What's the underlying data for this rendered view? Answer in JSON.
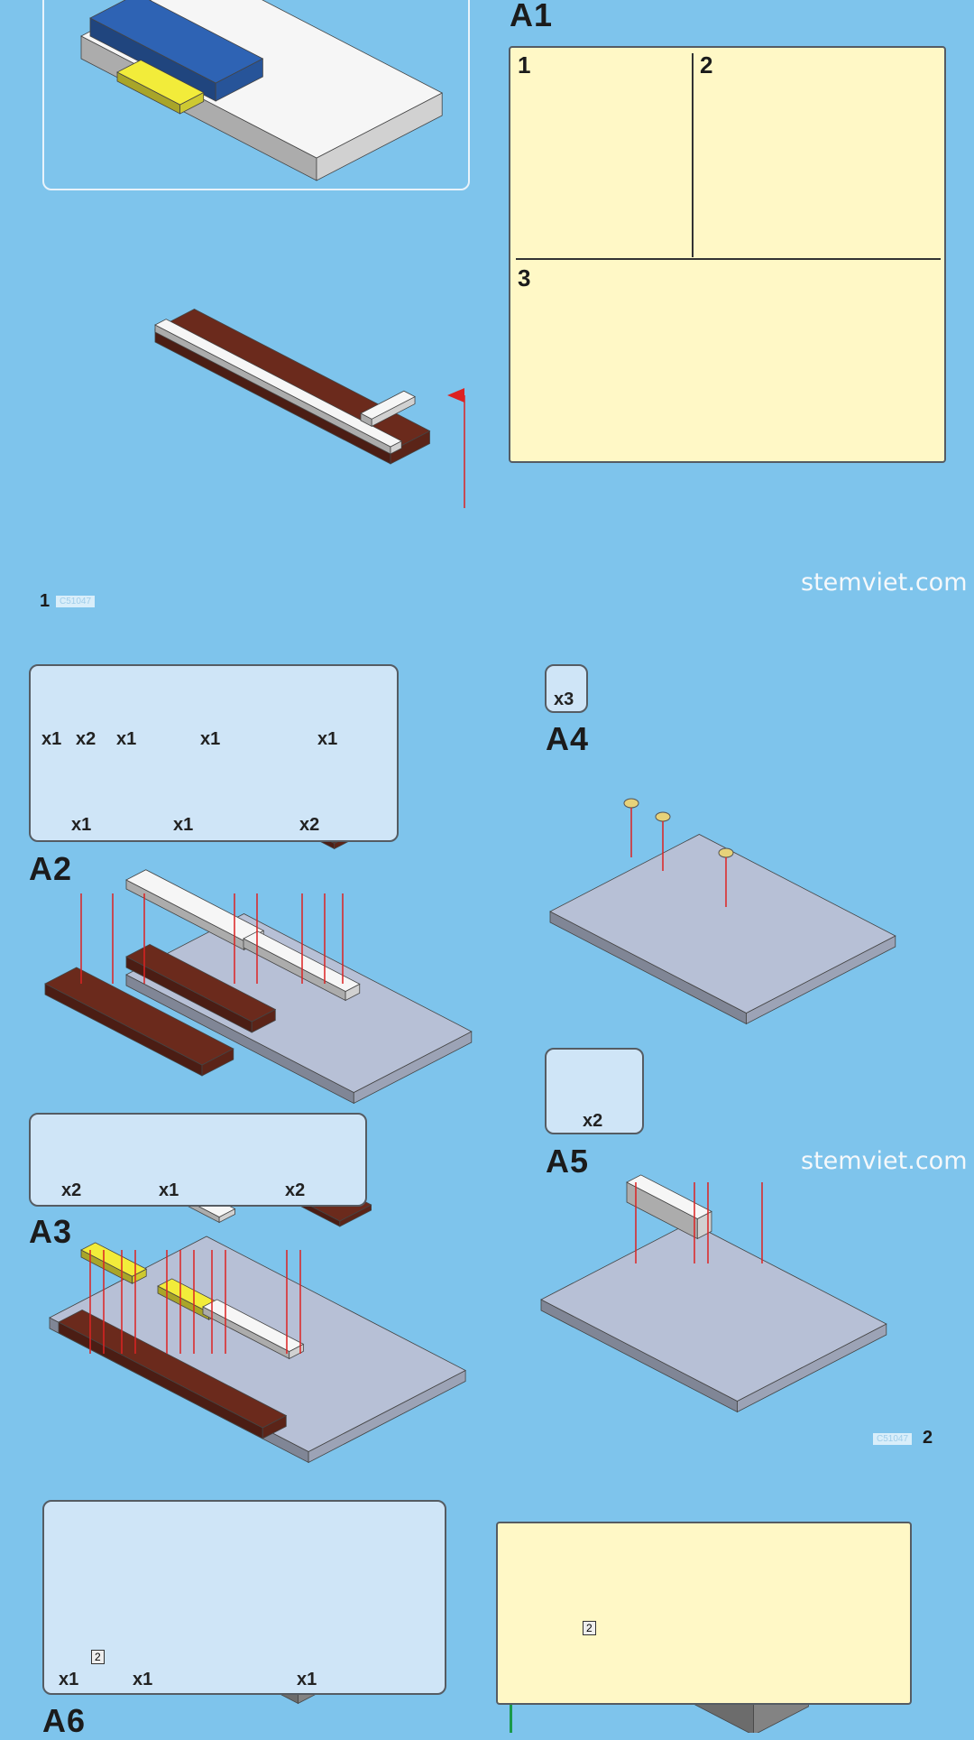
{
  "colors": {
    "background": "#7ec4ec",
    "brown": "#6b2a1c",
    "white": "#f6f6f6",
    "light_gray": "#b7c0d6",
    "yellow": "#f2ec3a",
    "red": "#d22"
  },
  "steps": {
    "a1": {
      "label": "A1",
      "substeps": [
        "1",
        "2",
        "3"
      ]
    },
    "a2": {
      "label": "A2",
      "parts": [
        "x1",
        "x2",
        "x1",
        "x1",
        "x1",
        "x1",
        "x1",
        "x2"
      ]
    },
    "a3": {
      "label": "A3",
      "parts": [
        "x2",
        "x1",
        "x2"
      ]
    },
    "a4": {
      "label": "A4",
      "parts": [
        "x3"
      ]
    },
    "a5": {
      "label": "A5",
      "parts": [
        "x2"
      ]
    },
    "a6": {
      "label": "A6",
      "parts": [
        "x1",
        "x1",
        "x1"
      ],
      "axle_length": "2"
    },
    "a6_assembly": {
      "axle_length": "2"
    }
  },
  "watermarks": [
    "stemviet.com",
    "stemviet.com"
  ],
  "pages": [
    {
      "number": "1",
      "code": "C51047"
    },
    {
      "number": "2",
      "code": "C51047"
    }
  ]
}
